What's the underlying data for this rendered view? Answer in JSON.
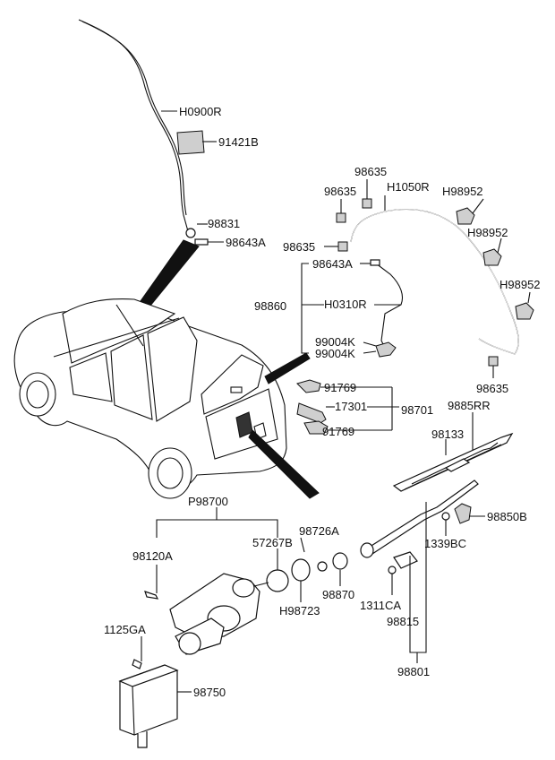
{
  "labels": {
    "hose_front": "H0900R",
    "label_plate": "91421B",
    "nozzle_check": "98831",
    "connector_top": "98643A",
    "clip_a": "98635",
    "clip_b": "98635",
    "clip_c": "98635",
    "clip_d": "98635",
    "hose_rear": "H1050R",
    "holder_a": "H98952",
    "holder_b": "H98952",
    "holder_c": "H98952",
    "connector_mid": "98643A",
    "hose_group": "98860",
    "hose_short": "H0310R",
    "valve_a": "99004K",
    "valve_b": "99004K",
    "grommet_a": "91769",
    "seal": "17301",
    "grommet_b": "91769",
    "nozzle_assy": "98701",
    "blade_assy": "9885RR",
    "blade_rubber": "98133",
    "motor_assy": "P98700",
    "bolt_motor": "98120A",
    "cap_motor": "57267B",
    "nut_arm": "98726A",
    "cap_arm": "98850B",
    "screw_arm": "1339BC",
    "packing": "H98723",
    "grommet_motor": "98870",
    "nut_cap": "1311CA",
    "arm": "98815",
    "bolt_ecu": "1125GA",
    "ecu": "98750",
    "arm_assy": "98801"
  }
}
